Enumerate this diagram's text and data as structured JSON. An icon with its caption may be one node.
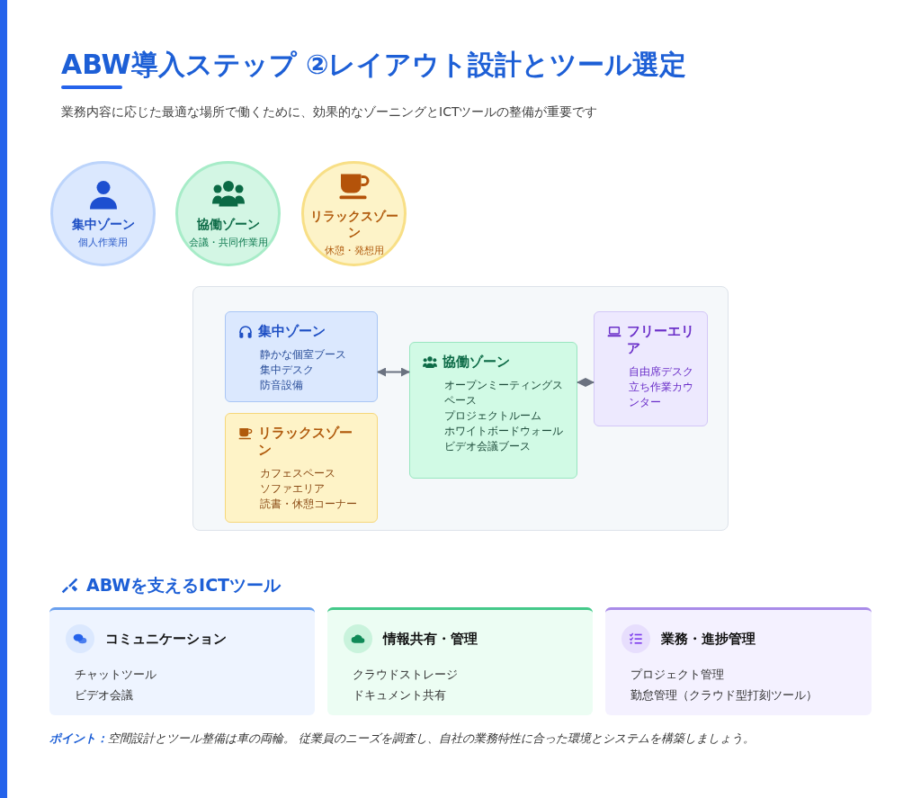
{
  "diagram": {
    "title": "ABW導入ステップ ②レイアウト設計とツール選定",
    "nodes": [
      {
        "text": [
          "集中ゾーン",
          "個人作業用"
        ]
      },
      {
        "text": [
          "協働ゾーン",
          "会議・共同作業用"
        ]
      },
      {
        "text": [
          "リラックスゾーン",
          "休憩・発想用"
        ]
      },
      {
        "text": [],
        "shape": "box"
      },
      {
        "text": [
          "集中ゾーン",
          "静かな個室ブース",
          "集中デスク",
          "防音設備"
        ],
        "in": 3
      },
      {
        "text": [
          "リラックスゾーン",
          "カフェスペース",
          "ソファエリア",
          "読書・休憩コーナー"
        ],
        "in": 3
      },
      {
        "text": [
          "協働ゾーン",
          "オープンミーティングスペース",
          "プロジェクトルーム",
          "ホワイトボードウォール",
          "ビデオ会議ブース"
        ],
        "in": 3
      },
      {
        "text": [
          "フリーエリア",
          "自由席デスク",
          "立ち作業カウンター"
        ],
        "in": 3
      },
      {
        "text": [
          "コミュニケーション",
          "チャットツール",
          "ビデオ会議"
        ]
      },
      {
        "text": [
          "情報共有・管理",
          "クラウドストレージ",
          "ドキュメント共有"
        ]
      },
      {
        "text": [
          "業務・進捗管理",
          "プロジェクト管理",
          "勤怠管理（クラウド型打刻ツール）"
        ]
      }
    ],
    "edges": [
      {
        "from": 4,
        "to": 6,
        "arrow": "both"
      },
      {
        "from": 6,
        "to": 7,
        "arrow": "both"
      }
    ],
    "labels": [
      "業務内容に応じた最適な場所で働くために、効果的なゾーニングとICTツールの整備が重要です",
      "ABWを支えるICTツール",
      "**ポイント：**空間設計とツール整備は車の両輪。 従業員のニーズを調査し、自社の業務特性に合った環境とシステムを構築しましょう。"
    ]
  }
}
